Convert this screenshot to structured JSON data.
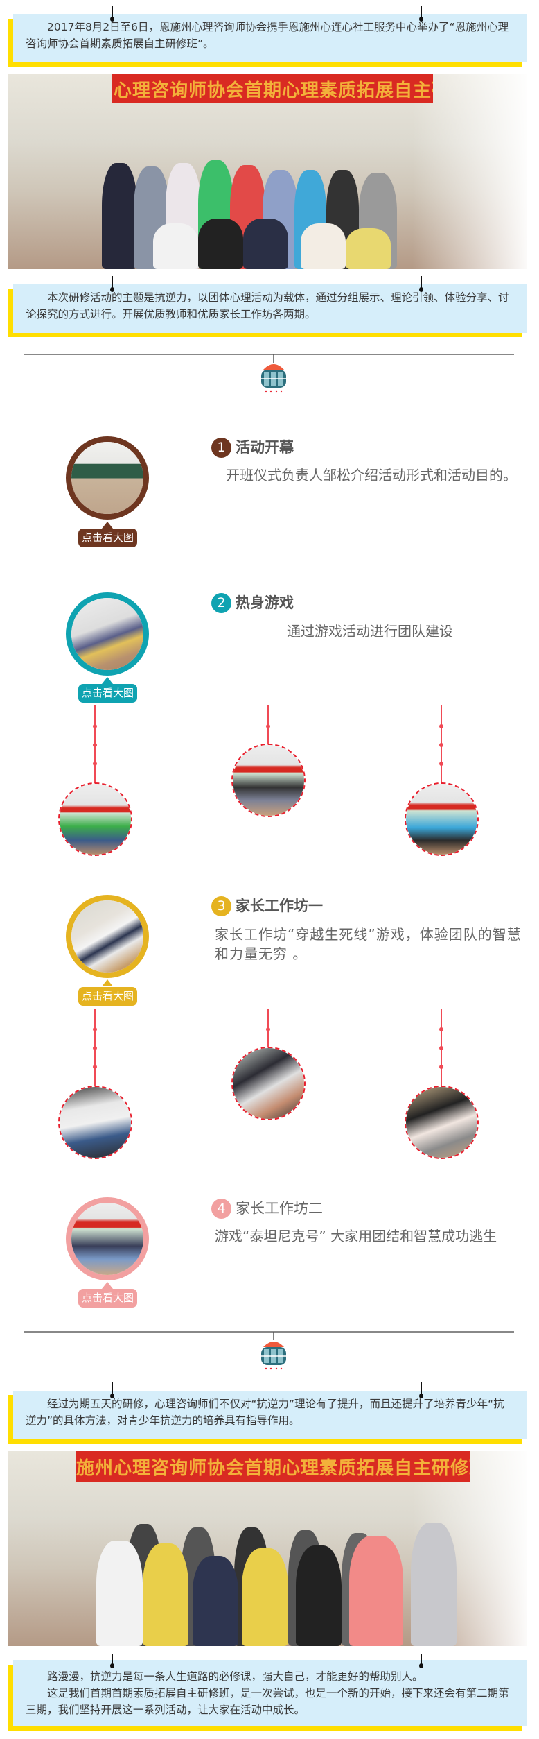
{
  "colors": {
    "note_blue": "#d6eefa",
    "note_yellow": "#ffde00",
    "item1": "#6e3620",
    "item2": "#0fa3b1",
    "item3": "#e5b320",
    "item4": "#f2a0a0",
    "string": "#f04a55"
  },
  "intro": {
    "text": "2017年8月2日至6日，恩施州心理咨询师协会携手恩施州心连心社工服务中心举办了“恩施州心理咨询师协会首期素质拓展自主研修班”。"
  },
  "photo_banner": "恩施州心理咨询师协会首期心理素质拓展自主研修班",
  "theme": {
    "text": "本次研修活动的主题是抗逆力，以团体心理活动为载体，通过分组展示、理论引领、体验分享、讨论探究的方式进行。开展优质教师和优质家长工作坊各两期。"
  },
  "icons": {
    "divider": "cable-car-icon"
  },
  "items": [
    {
      "number": "1",
      "title": "活动开幕",
      "description": "开班仪式负责人邹松介绍活动形式和活动目的。",
      "button": "点击看大图"
    },
    {
      "number": "2",
      "title": "热身游戏",
      "description": "通过游戏活动进行团队建设",
      "button": "点击看大图"
    },
    {
      "number": "3",
      "title": "家长工作坊一",
      "description": "家长工作坊“穿越生死线”游戏，体验团队的智慧和力量无穷 。",
      "button": "点击看大图"
    },
    {
      "number": "4",
      "title": "家长工作坊二",
      "description": "游戏“泰坦尼克号” 大家用团结和智慧成功逃生",
      "button": "点击看大图"
    }
  ],
  "summary": {
    "text": "经过为期五天的研修，心理咨询师们不仅对“抗逆力”理论有了提升，而且还提升了培养青少年“抗逆力”的具体方法，对青少年抗逆力的培养具有指导作用。"
  },
  "closing": {
    "line1": "路漫漫，抗逆力是每一条人生道路的必修课，强大自己，才能更好的帮助别人。",
    "line2": "这是我们首期首期素质拓展自主研修班，是一次尝试，也是一个新的开始，接下来还会有第二期第三期，我们坚持开展这一系列活动，让大家在活动中成长。"
  }
}
